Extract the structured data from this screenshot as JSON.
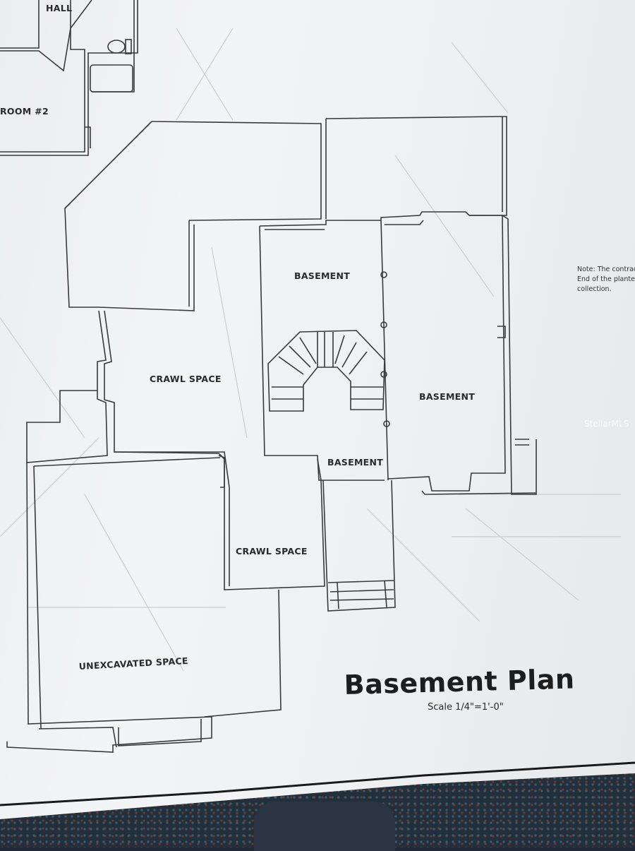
{
  "plan": {
    "title": "Basement Plan",
    "scale": "Scale 1/4\"=1'-0\""
  },
  "rooms": {
    "hall": "HALL",
    "bedroom": "ROOM #2",
    "basement_top": "BASEMENT",
    "basement_right": "BASEMENT",
    "basement_bottom": "BASEMENT",
    "crawl_space_upper": "CRAWL SPACE",
    "crawl_space_lower": "CRAWL SPACE",
    "unexcavated": "UNEXCAVATED SPACE"
  },
  "note": {
    "line1": "Note: The contrac",
    "line2": "End of the plante",
    "line3": "collection."
  },
  "watermark": "StellarMLS"
}
